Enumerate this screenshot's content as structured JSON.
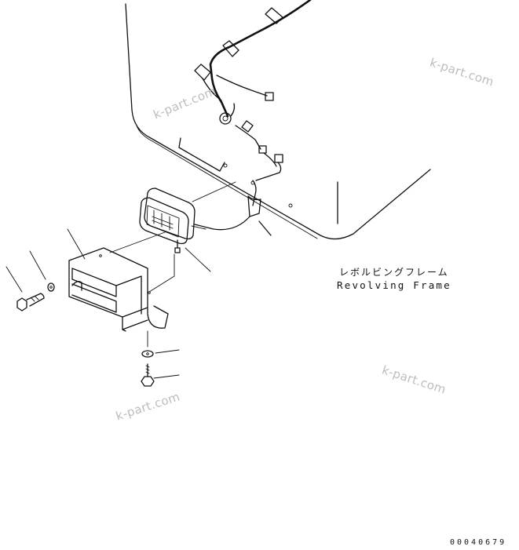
{
  "labels": {
    "frame_jp": "レボルビングフレーム",
    "frame_en": "Revolving Frame"
  },
  "drawing_number": "00040679",
  "watermarks": [
    "k-part.com",
    "k-part.com",
    "k-part.com",
    "k-part.com"
  ],
  "colors": {
    "line": "#111111",
    "watermark": "#bdbdbd",
    "background": "#ffffff"
  }
}
